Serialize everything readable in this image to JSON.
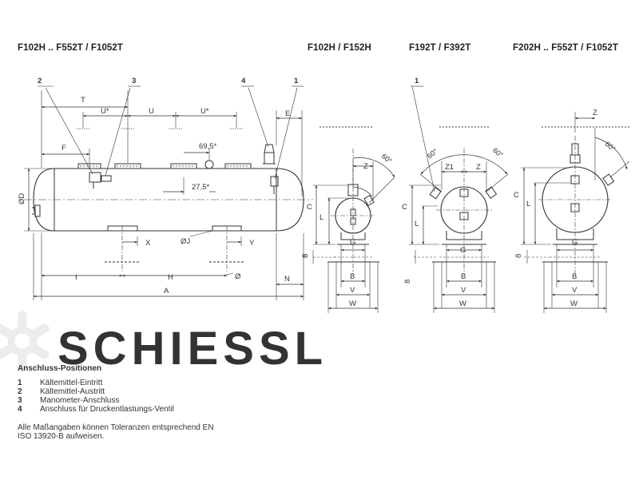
{
  "titles": {
    "main": "F102H .. F552T / F1052T",
    "small": "F102H / F152H",
    "mid": "F192T / F392T",
    "large": "F202H .. F552T / F1052T"
  },
  "brand": "SCHIESSL",
  "callouts": [
    "1",
    "2",
    "3",
    "4"
  ],
  "dims": {
    "T": "T",
    "U_star": "U*",
    "U": "U",
    "E": "E",
    "F": "F",
    "d695": "69,5*",
    "d275": "27,5*",
    "OD": "ØD",
    "X": "X",
    "OJ": "ØJ",
    "Y": "Y",
    "I": "I",
    "H": "H",
    "O": "Ø",
    "A": "A",
    "N": "N",
    "eight": "8",
    "Z": "Z",
    "Z1": "Z1",
    "C": "C",
    "L": "L",
    "G": "G",
    "B": "B",
    "V": "V",
    "W": "W",
    "deg60": "60°"
  },
  "legend": {
    "heading": "Anschluss-Positionen",
    "items": [
      {
        "num": "1",
        "label": "Kältemittel-Eintritt"
      },
      {
        "num": "2",
        "label": "Kältemittel-Austritt"
      },
      {
        "num": "3",
        "label": "Manometer-Anschluss"
      },
      {
        "num": "4",
        "label": "Anschluss für Druckentlastungs-Ventil"
      }
    ]
  },
  "footnote": "Alle Maßangaben können Toleranzen entsprechend EN ISO 13920-B aufweisen.",
  "colors": {
    "line": "#333333",
    "watermark": "#ececec"
  }
}
